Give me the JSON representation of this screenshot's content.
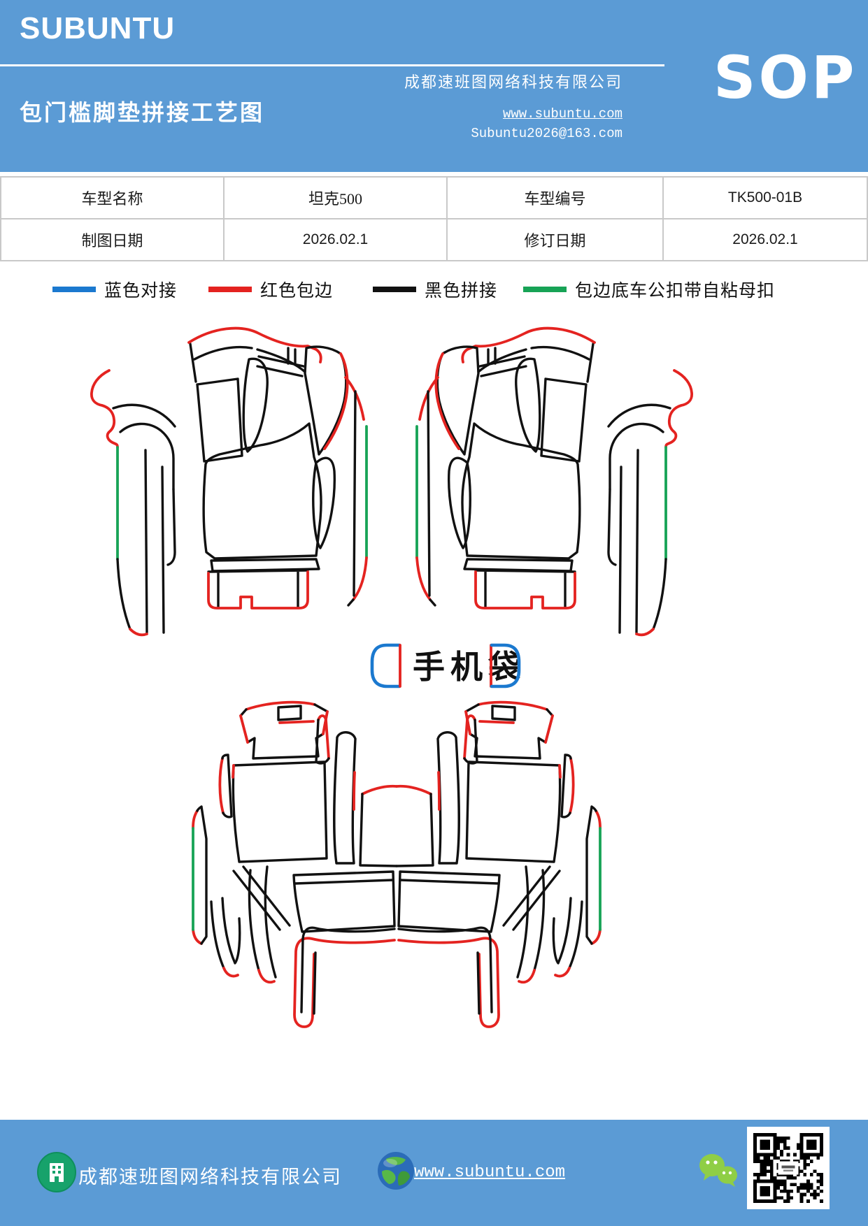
{
  "header": {
    "brand": "SUBUNTU",
    "title": "包门槛脚垫拼接工艺图",
    "company": "成都速班图网络科技有限公司",
    "website": "www.subuntu.com",
    "email": "Subuntu2026@163.com",
    "sop": "SOP"
  },
  "info_table": {
    "rows": [
      {
        "label1": "车型名称",
        "value1": "坦克500",
        "label2": "车型编号",
        "value2": "TK500-01B"
      },
      {
        "label1": "制图日期",
        "value1": "2026.02.1",
        "label2": "修订日期",
        "value2": "2026.02.1"
      }
    ]
  },
  "legend": {
    "items": [
      {
        "label": "蓝色对接",
        "color": "#1b79cf"
      },
      {
        "label": "红色包边",
        "color": "#e42320"
      },
      {
        "label": "黑色拼接",
        "color": "#111111"
      },
      {
        "label": "包边底车公扣带自粘母扣",
        "color": "#17a356"
      }
    ]
  },
  "drawing": {
    "phone_bag_label": "手机袋",
    "line_colors": {
      "butt_joint_blue": "#1b79cf",
      "edge_wrap_red": "#e42320",
      "splice_black": "#111111",
      "buckle_green": "#17a356"
    }
  },
  "footer": {
    "company": "成都速班图网络科技有限公司",
    "website": "www.subuntu.com"
  },
  "colors": {
    "banner_blue": "#5b9bd5",
    "table_border": "#c9c9c9"
  }
}
